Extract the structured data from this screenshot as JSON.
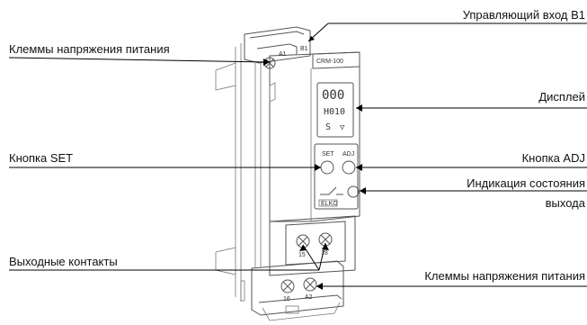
{
  "labels": {
    "control_input": "Управляющий вход B1",
    "power_terminals_top": "Клеммы напряжения питания",
    "display": "Дисплей",
    "set_button": "Кнопка SET",
    "adj_button": "Кнопка ADJ",
    "output_indication_line1": "Индикация состояния",
    "output_indication_line2": "выхода",
    "output_contacts": "Выходные контакты",
    "power_terminals_bottom": "Клеммы напряжения питания"
  },
  "device": {
    "model": "CRM-100",
    "terminal_a1": "A1",
    "terminal_b1": "B1",
    "terminal_15": "15",
    "terminal_18": "18",
    "terminal_16": "16",
    "terminal_a2": "A2",
    "set_label": "SET",
    "adj_label": "ADJ",
    "display_digits": "000",
    "display_row2": "H010",
    "display_row3_left": "S",
    "display_row3_right": "▽",
    "brand": "ELKO"
  }
}
